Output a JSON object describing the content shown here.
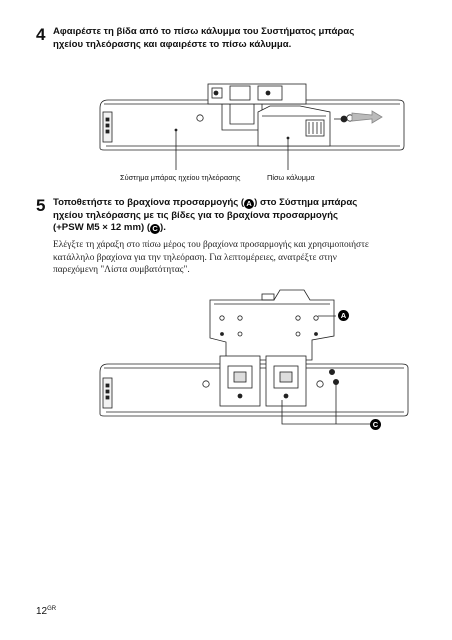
{
  "step4": {
    "number": "4",
    "title_line1": "Αφαιρέστε τη βίδα από το πίσω κάλυμμα του Συστήματος μπάρας",
    "title_line2": "ηχείου τηλεόρασης και αφαιρέστε το πίσω κάλυμμα."
  },
  "figure1": {
    "label_system": "Σύστημα μπάρας ηχείου τηλεόρασης",
    "label_cover": "Πίσω κάλυμμα"
  },
  "step5": {
    "number": "5",
    "title_line1_a": "Τοποθετήστε το βραχίονα προσαρμογής (",
    "title_line1_b": ") στο Σύστημα μπάρας",
    "title_line2": "ηχείου τηλεόρασης με τις βίδες για το βραχίονα προσαρμογής",
    "title_line3_a": "(+PSW M5 × 12 mm) (",
    "title_line3_b": ").",
    "marker_a": "A",
    "marker_c": "C",
    "body_line1": "Ελέγξτε τη χάραξη στο πίσω μέρος του βραχίονα προσαρμογής και χρησιμοποιήστε",
    "body_line2": "κατάλληλο βραχίονα για την τηλεόραση. Για λεπτομέρειες, ανατρέξτε στην",
    "body_line3": "παρεχόμενη \"Λίστα συμβατότητας\"."
  },
  "figure2": {
    "callout_a": "A",
    "callout_c": "C"
  },
  "footer": {
    "page": "12",
    "lang": "GR"
  }
}
